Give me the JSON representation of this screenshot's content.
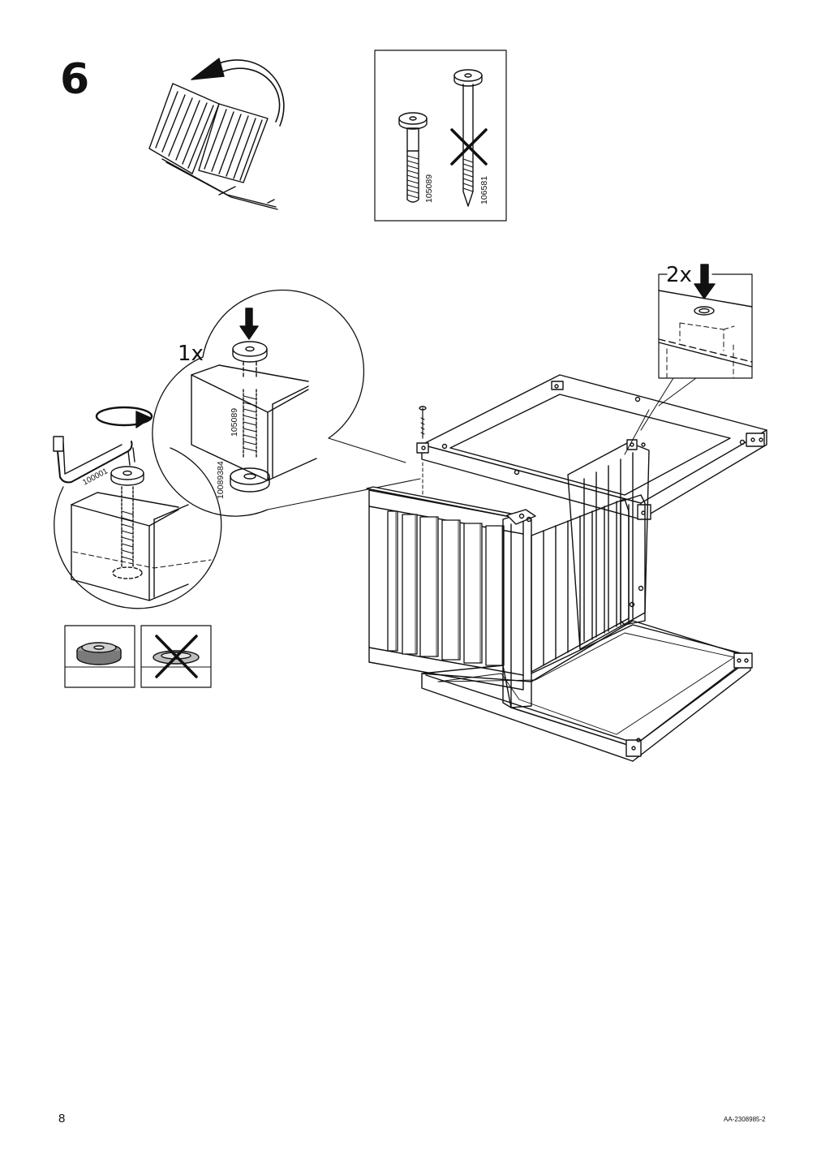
{
  "step": {
    "number": "6"
  },
  "screw_compare": {
    "correct_part": "105089",
    "wrong_part": "106581"
  },
  "detail_bolt": {
    "quantity": "1x",
    "bolt_part": "105089",
    "washer_part": "10089384"
  },
  "detail_key": {
    "key_part": "100001"
  },
  "detail_frame": {
    "quantity": "2x"
  },
  "footer": {
    "page_number": "8",
    "document_code": "AA-2308985-2"
  }
}
